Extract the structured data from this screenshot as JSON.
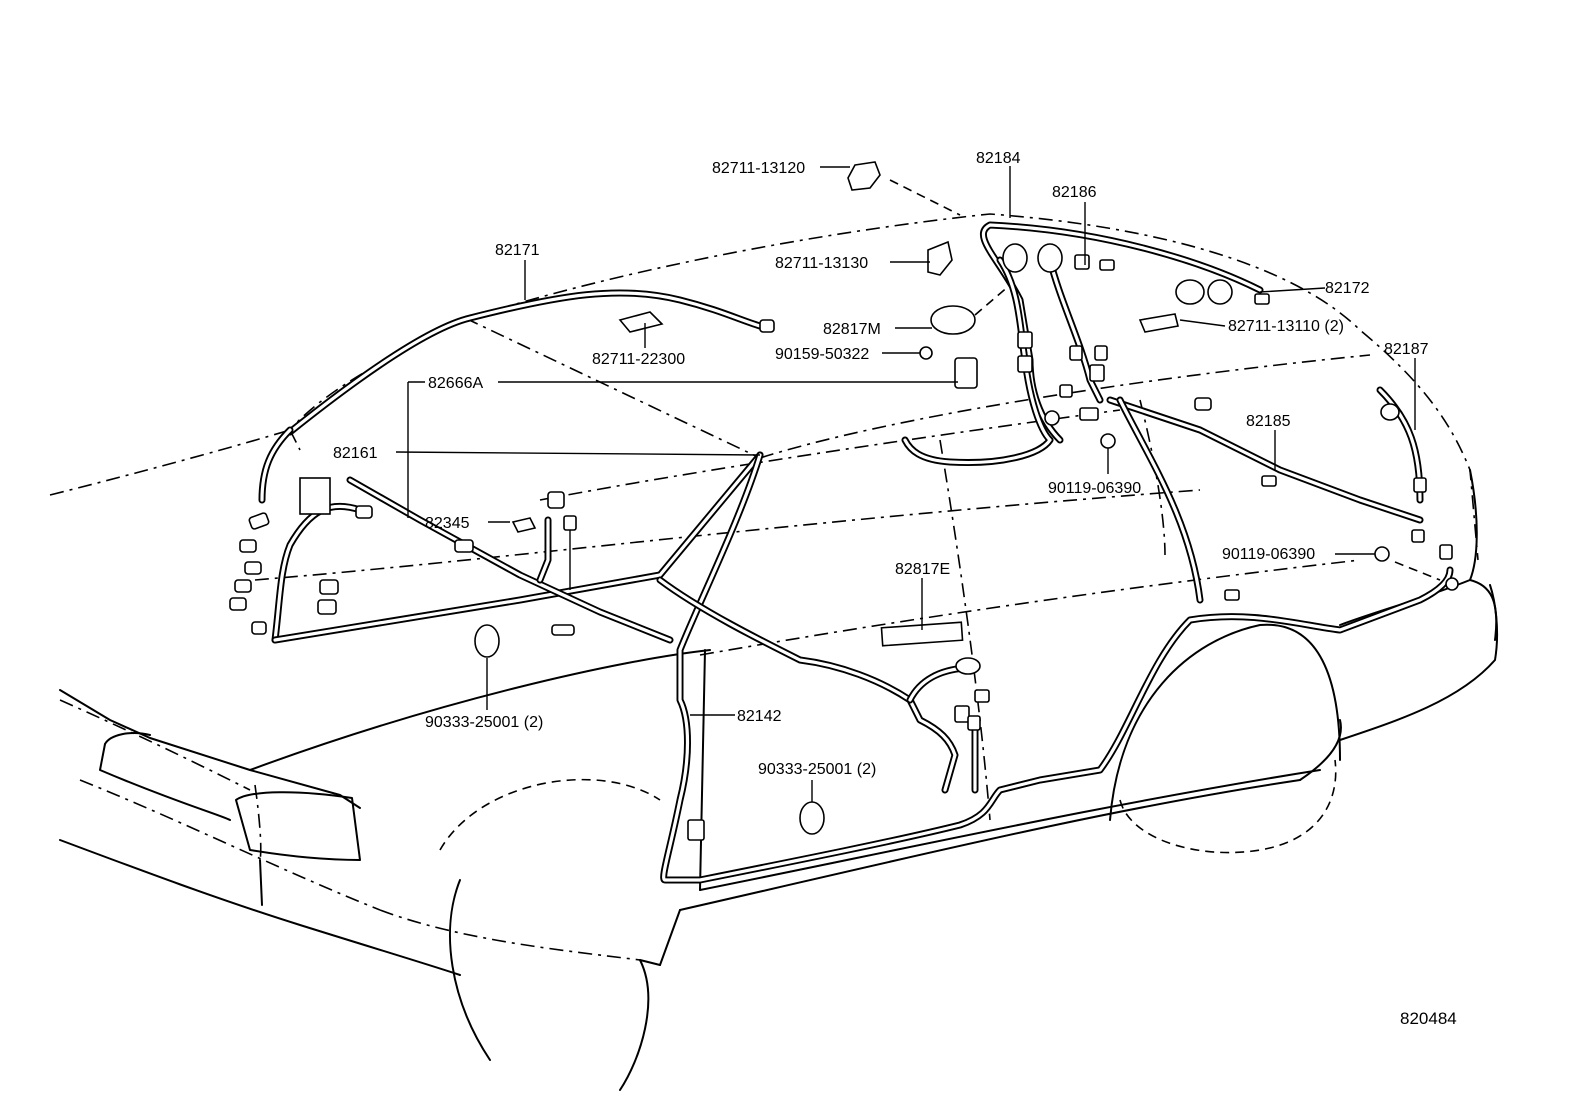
{
  "diagram": {
    "figure_number": "820484",
    "labels": {
      "p82711_13120": "82711-13120",
      "p82184": "82184",
      "p82186": "82186",
      "p82171": "82171",
      "p82711_13130": "82711-13130",
      "p82172": "82172",
      "p82817M": "82817M",
      "p82711_13110": "82711-13110 (2)",
      "p82711_22300": "82711-22300",
      "p90159_50322": "90159-50322",
      "p82187": "82187",
      "p82666A": "82666A",
      "p82185": "82185",
      "p82161": "82161",
      "p90119_06390_a": "90119-06390",
      "p82345": "82345",
      "p90119_06390_b": "90119-06390",
      "p82817E": "82817E",
      "p82142": "82142",
      "p90333_25001_a": "90333-25001 (2)",
      "p90333_25001_b": "90333-25001 (2)"
    }
  }
}
